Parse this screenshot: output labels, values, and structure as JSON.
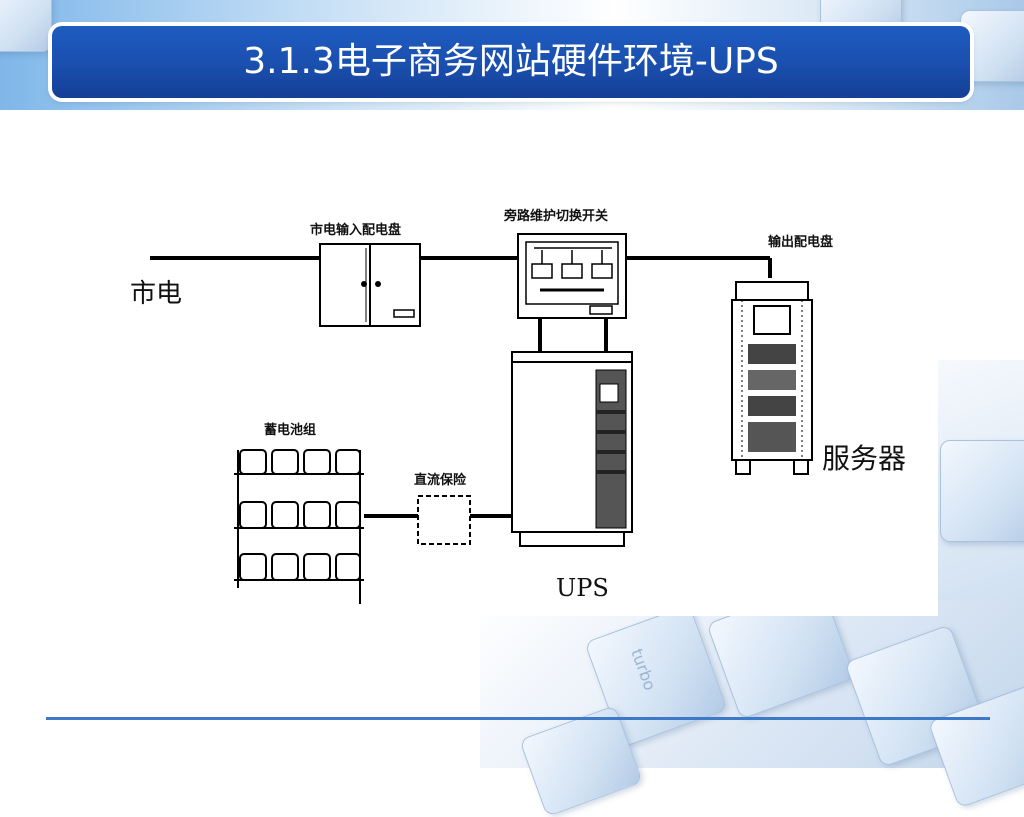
{
  "slide": {
    "title": "3.1.3电子商务网站硬件环境-UPS"
  },
  "diagram": {
    "mains_label": "市电",
    "input_panel_label": "市电输入配电盘",
    "bypass_switch_label": "旁路维护切换开关",
    "output_panel_label": "输出配电盘",
    "server_label": "服务器",
    "battery_label": "蓄电池组",
    "dc_fuse_label": "直流保险",
    "ups_label": "UPS"
  },
  "background": {
    "key_labels": [
      "turbo"
    ]
  },
  "colors": {
    "title_bar": "#1a4fae",
    "rule": "#3e78c8",
    "line": "#000000"
  }
}
